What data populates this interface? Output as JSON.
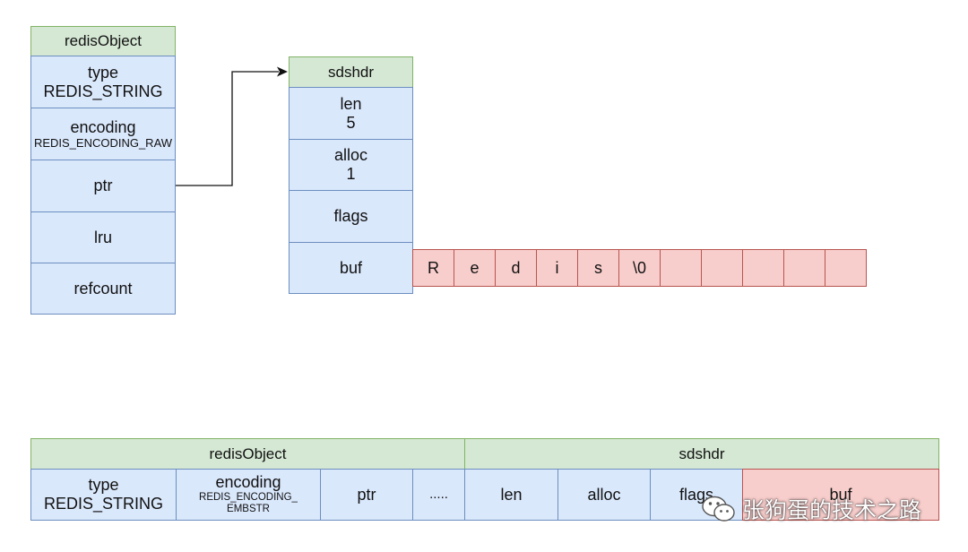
{
  "top": {
    "redis_object": {
      "header": "redisObject",
      "rows": [
        {
          "line1": "type",
          "line2": "REDIS_STRING"
        },
        {
          "line1": "encoding",
          "line2": "REDIS_ENCODING_RAW"
        },
        {
          "line1": "ptr"
        },
        {
          "line1": "lru"
        },
        {
          "line1": "refcount"
        }
      ]
    },
    "sdshdr": {
      "header": "sdshdr",
      "rows": [
        {
          "line1": "len",
          "line2": "5"
        },
        {
          "line1": "alloc",
          "line2": "1"
        },
        {
          "line1": "flags"
        },
        {
          "line1": "buf"
        }
      ]
    },
    "buf_cells": [
      "R",
      "e",
      "d",
      "i",
      "s",
      "\\0",
      "",
      "",
      "",
      "",
      ""
    ]
  },
  "bottom": {
    "redis_object_header": "redisObject",
    "sdshdr_header": "sdshdr",
    "cells": [
      {
        "line1": "type",
        "line2": "REDIS_STRING"
      },
      {
        "line1": "encoding",
        "line2": "REDIS_ENCODING_\nEMBSTR"
      },
      {
        "line1": "ptr"
      },
      {
        "line1": "....."
      },
      {
        "line1": "len"
      },
      {
        "line1": "alloc"
      },
      {
        "line1": "flags"
      },
      {
        "line1": "buf"
      }
    ]
  },
  "watermark": {
    "text": "张狗蛋的技术之路",
    "icon": "wechat-icon"
  }
}
